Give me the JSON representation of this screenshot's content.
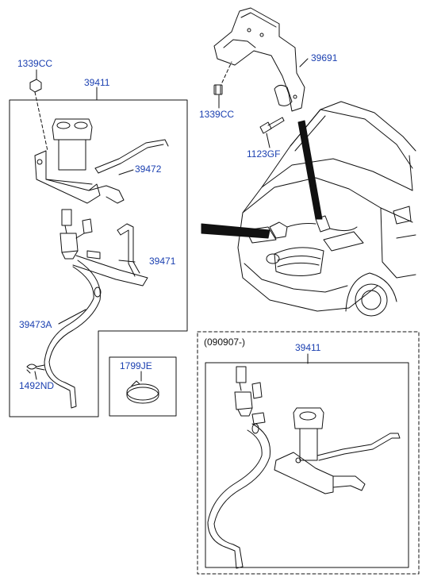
{
  "labels": {
    "nut_top_left": "1339CC",
    "assembly_main": "39411",
    "hose_upper": "39472",
    "hose_lower": "39471",
    "hose_long": "39473A",
    "clip": "1492ND",
    "clamp_box": "1799JE",
    "bracket": "39691",
    "nut_bracket": "1339CC",
    "bolt": "1123GF",
    "variant_date": "(090907-)",
    "assembly_variant": "39411"
  },
  "colors": {
    "label_blue": "#1a3fb0",
    "line_black": "#111111"
  }
}
